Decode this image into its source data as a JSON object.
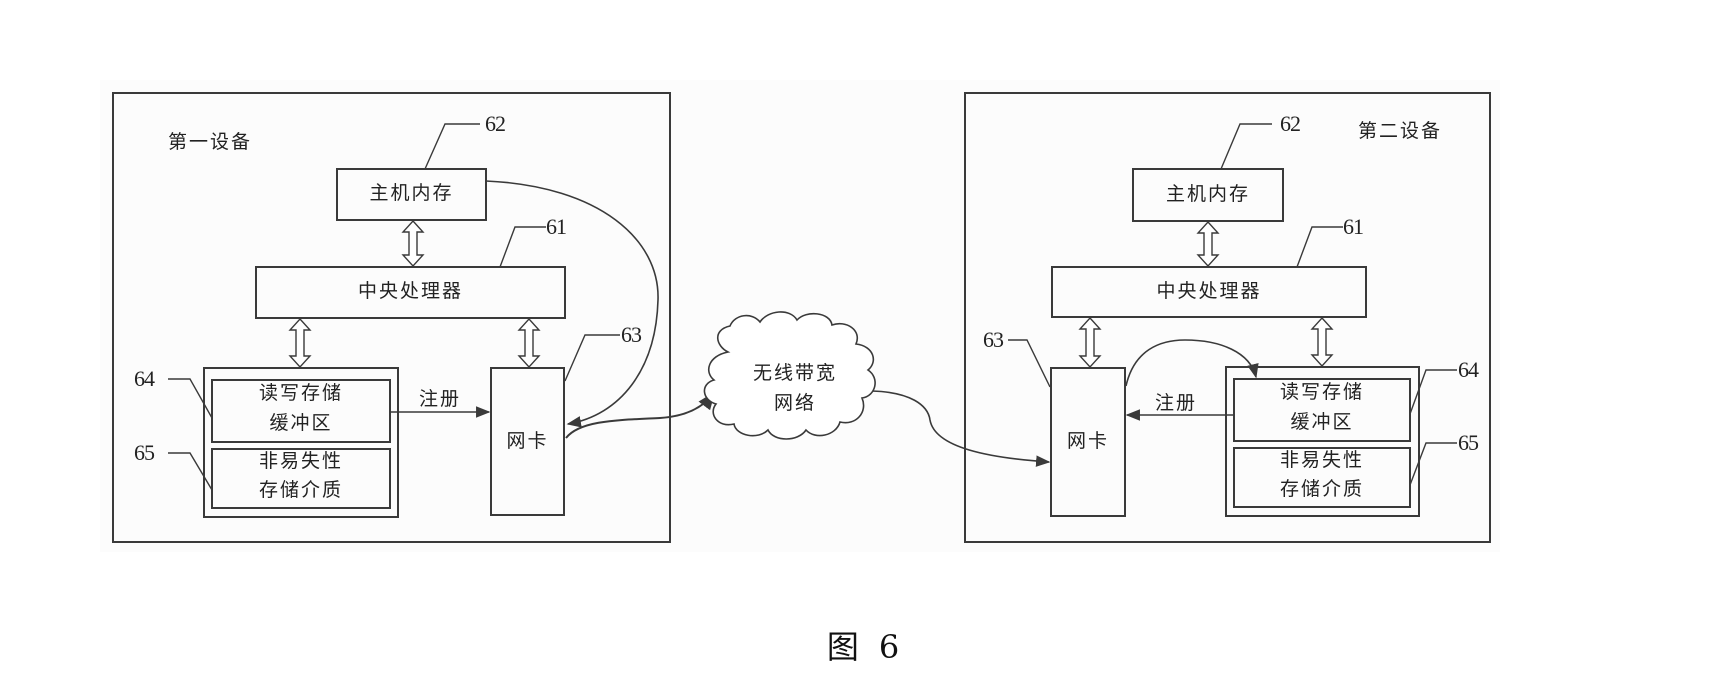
{
  "figure": {
    "caption_prefix": "图",
    "caption_number": "6"
  },
  "first_device": {
    "title": "第一设备",
    "host_memory": {
      "label": "主机内存",
      "ref": "62"
    },
    "cpu": {
      "label": "中央处理器",
      "ref": "61"
    },
    "nic": {
      "label": "网卡",
      "ref": "63"
    },
    "rw_buffer": {
      "line1": "读写存储",
      "line2": "缓冲区",
      "ref": "64"
    },
    "nv_medium": {
      "line1": "非易失性",
      "line2": "存储介质",
      "ref": "65"
    },
    "register_label": "注册"
  },
  "second_device": {
    "title": "第二设备",
    "host_memory": {
      "label": "主机内存",
      "ref": "62"
    },
    "cpu": {
      "label": "中央处理器",
      "ref": "61"
    },
    "nic": {
      "label": "网卡",
      "ref": "63"
    },
    "rw_buffer": {
      "line1": "读写存储",
      "line2": "缓冲区",
      "ref": "64"
    },
    "nv_medium": {
      "line1": "非易失性",
      "line2": "存储介质",
      "ref": "65"
    },
    "register_label": "注册"
  },
  "network": {
    "line1": "无线带宽",
    "line2": "网络"
  },
  "colors": {
    "stroke": "#3a3a3a",
    "text": "#222222"
  }
}
